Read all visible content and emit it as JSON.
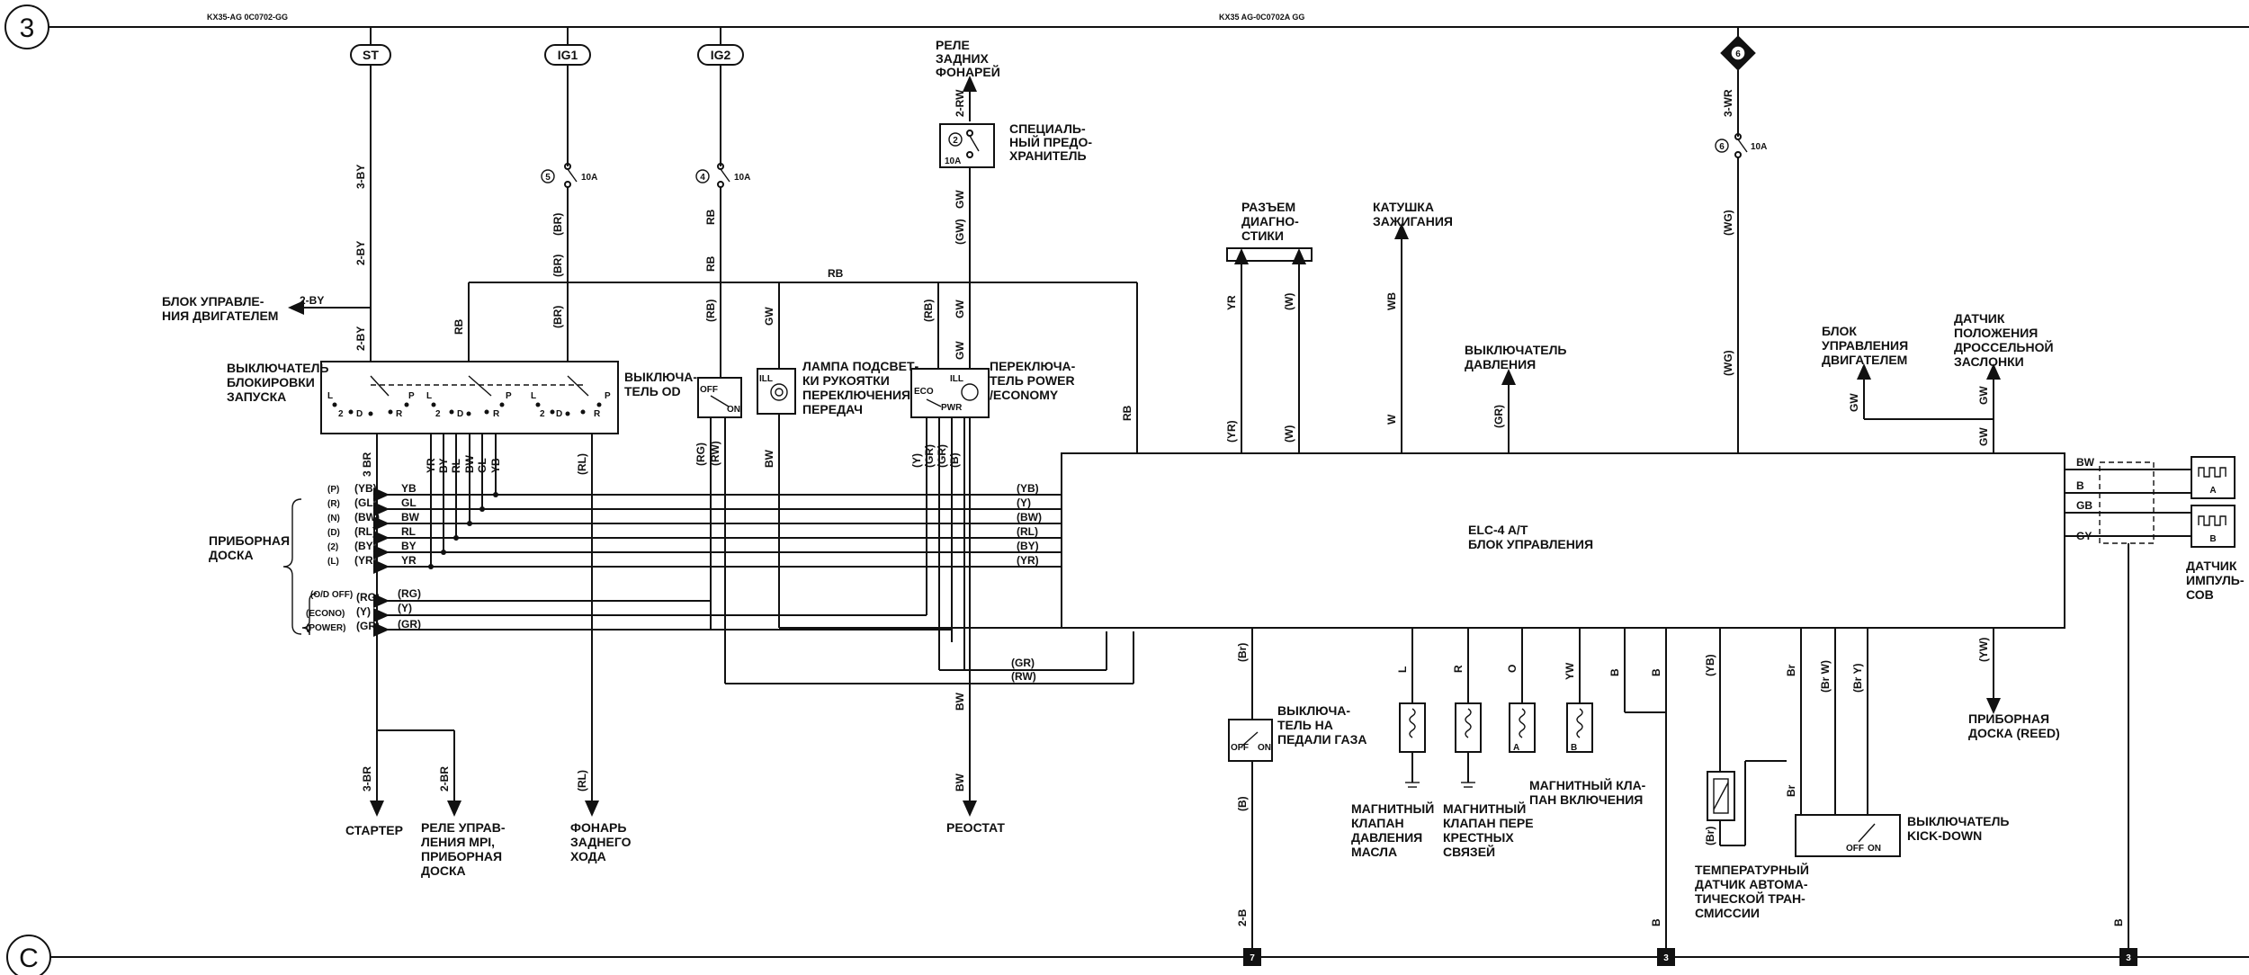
{
  "header": {
    "circle_top": "3",
    "circle_bottom": "C",
    "code_left": "KX35-AG 0C0702-GG",
    "code_mid": "KX35 AG-0C0702A GG"
  },
  "terminals": {
    "st": "ST",
    "ig1": "IG1",
    "ig2": "IG2",
    "diamond": "6"
  },
  "fuses": {
    "f5_num": "5",
    "f5_amp": "10A",
    "f4_num": "4",
    "f4_amp": "10A",
    "f2_num": "2",
    "f2_amp": "10A",
    "f6_num": "6",
    "f6_amp": "10A"
  },
  "components": {
    "rear_lamp_relay": [
      "РЕЛЕ",
      "ЗАДНИХ",
      "ФОНАРЕЙ"
    ],
    "special_fuse": [
      "СПЕЦИАЛЬ-",
      "НЫЙ ПРЕДО-",
      "ХРАНИТЕЛЬ"
    ],
    "engine_unit_left": [
      "БЛОК УПРАВЛЕ-",
      "НИЯ ДВИГАТЕЛЕМ"
    ],
    "inhibitor_switch": [
      "ВЫКЛЮЧАТЕЛЬ",
      "БЛОКИРОВКИ",
      "ЗАПУСКА"
    ],
    "od_switch": [
      "ВЫКЛЮЧА-",
      "ТЕЛЬ OD"
    ],
    "shift_lamp": [
      "ЛАМПА ПОДСВЕТ-",
      "КИ РУКОЯТКИ",
      "ПЕРЕКЛЮЧЕНИЯ",
      "ПЕРЕДАЧ"
    ],
    "power_switch": [
      "ПЕРЕКЛЮЧА-",
      "ТЕЛЬ POWER",
      "/ECONOMY"
    ],
    "diag_connector": [
      "РАЗЪЕМ",
      "ДИАГНО-",
      "СТИКИ"
    ],
    "ignition_coil": [
      "КАТУШКА",
      "ЗАЖИГАНИЯ"
    ],
    "pressure_switch": [
      "ВЫКЛЮЧАТЕЛЬ",
      "ДАВЛЕНИЯ"
    ],
    "engine_unit_right": [
      "БЛОК",
      "УПРАВЛЕНИЯ",
      "ДВИГАТЕЛЕМ"
    ],
    "throttle_sensor": [
      "ДАТЧИК",
      "ПОЛОЖЕНИЯ",
      "ДРОССЕЛЬНОЙ",
      "ЗАСЛОНКИ"
    ],
    "ecu": [
      "ELC-4 A/T",
      "БЛОК УПРАВЛЕНИЯ"
    ],
    "instrument_panel": [
      "ПРИБОРНАЯ",
      "ДОСКА"
    ],
    "pulse_sensor": [
      "ДАТЧИК",
      "ИМПУЛЬ-",
      "СОВ"
    ],
    "pulse_a": "A",
    "pulse_b": "B",
    "starter": [
      "СТАРТЕР"
    ],
    "mpi_relay": [
      "РЕЛЕ УПРАВ-",
      "ЛЕНИЯ MPI,",
      "ПРИБОРНАЯ",
      "ДОСКА"
    ],
    "reverse_lamp": [
      "ФОНАРЬ",
      "ЗАДНЕГО",
      "ХОДА"
    ],
    "rheostat": [
      "РЕОСТАТ"
    ],
    "throttle_pedal": [
      "ВЫКЛЮЧА-",
      "ТЕЛЬ НА",
      "ПЕДАЛИ ГАЗА"
    ],
    "pressure_valve": [
      "МАГНИТНЫЙ",
      "КЛАПАН",
      "ДАВЛЕНИЯ",
      "МАСЛА"
    ],
    "cross_valve": [
      "МАГНИТНЫЙ",
      "КЛАПАН ПЕРЕ",
      "КРЕСТНЫХ",
      "СВЯЗЕЙ"
    ],
    "engage_valve": [
      "МАГНИТНЫЙ КЛА-",
      "ПАН ВКЛЮЧЕНИЯ"
    ],
    "temp_sensor": [
      "ТЕМПЕРАТУРНЫЙ",
      "ДАТЧИК АВТОМА-",
      "ТИЧЕСКОЙ ТРАН-",
      "СМИССИИ"
    ],
    "kickdown_switch": [
      "ВЫКЛЮЧАТЕЛЬ",
      "KICK-DOWN"
    ],
    "instrument_reed": [
      "ПРИБОРНАЯ",
      "ДОСКА (REED)"
    ]
  },
  "switch_marks": {
    "l": "L",
    "d": "D",
    "r": "R",
    "p": "P",
    "two": "2",
    "off": "OFF",
    "on": "ON",
    "ill": "ILL",
    "eco": "ECO",
    "pwr": "PWR"
  },
  "valve_marks": {
    "a": "A",
    "b": "B"
  },
  "panel_pins": [
    {
      "pin": "(P)",
      "wire": "(YB)",
      "code": "YB",
      "ecu": "(YB)"
    },
    {
      "pin": "(R)",
      "wire": "(GL)",
      "code": "GL",
      "ecu": "(Y)"
    },
    {
      "pin": "(N)",
      "wire": "(BW)",
      "code": "BW",
      "ecu": "(BW)"
    },
    {
      "pin": "(D)",
      "wire": "(RL)",
      "code": "RL",
      "ecu": "(RL)"
    },
    {
      "pin": "(2)",
      "wire": "(BY)",
      "code": "BY",
      "ecu": "(BY)"
    },
    {
      "pin": "(L)",
      "wire": "(YR)",
      "code": "YR",
      "ecu": "(YR)"
    }
  ],
  "panel_pins_lower": [
    {
      "pin": "(O/D OFF)",
      "wire": "(RG)",
      "code": "(RG)"
    },
    {
      "pin": "(ECONO)",
      "wire": "(Y)",
      "code": "(Y)"
    },
    {
      "pin": "(POWER)",
      "wire": "(GR)",
      "code": "(GR)"
    }
  ],
  "wires": {
    "st_3by": "3-BY",
    "st_2by_up": "2-BY",
    "st_2by_h": "2-BY",
    "st_2by_low": "2-BY",
    "ig1_br1": "(BR)",
    "ig1_br2": "(BR)",
    "ig1_br3": "(BR)",
    "ig2_rb": "RB",
    "ig2_rb2": "RB",
    "ig2_rb3": "(RB)",
    "rb_top": "RB",
    "rb_sw": "RB",
    "rb_right": "RB",
    "relay_2rw": "2-RW",
    "relay_gw1": "GW",
    "relay_gw2": "(GW)",
    "relay_gw3": "GW",
    "gw_lamp": "GW",
    "rb_power": "(RB)",
    "gw_power": "GW",
    "sw_3br": "3 BR",
    "sw_yr": "YR",
    "sw_by": "BY",
    "sw_rl": "RL",
    "sw_bw": "BW",
    "sw_gl": "GL",
    "sw_yb": "YB",
    "sw_rl2": "(RL)",
    "od_rg": "(RG)",
    "od_rw": "(RW)",
    "lamp_bw": "BW",
    "pw_y": "(Y)",
    "pw_gr": "(GR)",
    "pw_gr2": "(GR)",
    "pw_b": "(B)",
    "ecu_gr": "(GR)",
    "ecu_rw": "(RW)",
    "rheo_bw1": "BW",
    "rheo_bw2": "BW",
    "start_3br": "3-BR",
    "start_2br": "2-BR",
    "rev_rl": "(RL)",
    "diag_yr": "YR",
    "diag_w": "(W)",
    "diag_yr2": "(YR)",
    "diag_w2": "(W)",
    "coil_wb": "WB",
    "coil_w": "W",
    "press_gr": "(GR)",
    "f6_3wr": "3-WR",
    "f6_wg": "(WG)",
    "f6_wg2": "(WG)",
    "eng_gw": "GW",
    "thr_gw": "GW",
    "thr_gw2": "GW",
    "pulse_bw": "BW",
    "pulse_b": "B",
    "pulse_gb": "GB",
    "pulse_gy": "GY",
    "pedal_br": "(Br)",
    "pedal_b": "(B)",
    "pedal_2b": "2-B",
    "valve_l": "L",
    "valve_r": "R",
    "valve_o": "O",
    "valve_yw": "YW",
    "gnd_b1": "B",
    "gnd_b2": "B",
    "gnd_b3": "B",
    "temp_yb": "(YB)",
    "temp_br": "(Br)",
    "kd_br": "Br",
    "kd_br2": "Br",
    "kd_brw": "(Br W)",
    "kd_bry": "(Br Y)",
    "reed_yw": "(YW)",
    "gnd_b4": "B"
  },
  "grounds": {
    "g7": "7",
    "g3a": "3",
    "g3b": "3"
  }
}
